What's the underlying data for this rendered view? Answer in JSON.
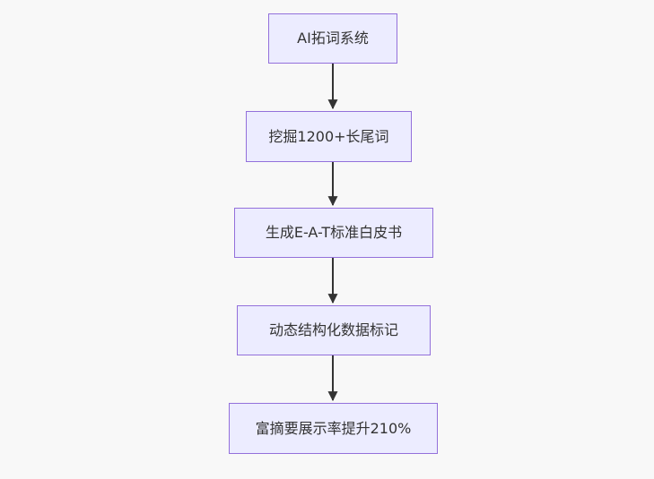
{
  "flowchart": {
    "type": "vertical-flowchart",
    "nodes": [
      {
        "id": "step-1",
        "label": "AI拓词系统"
      },
      {
        "id": "step-2",
        "label": "挖掘1200+长尾词"
      },
      {
        "id": "step-3",
        "label": "生成E-A-T标准白皮书"
      },
      {
        "id": "step-4",
        "label": "动态结构化数据标记"
      },
      {
        "id": "step-5",
        "label": "富摘要展示率提升210%"
      }
    ],
    "edges": [
      {
        "from": "step-1",
        "to": "step-2"
      },
      {
        "from": "step-2",
        "to": "step-3"
      },
      {
        "from": "step-3",
        "to": "step-4"
      },
      {
        "from": "step-4",
        "to": "step-5"
      }
    ],
    "colors": {
      "node_fill": "#ECECFF",
      "node_border": "#9370DB",
      "node_text": "#333333",
      "arrow": "#333333",
      "background": "#f8f8f8"
    }
  }
}
